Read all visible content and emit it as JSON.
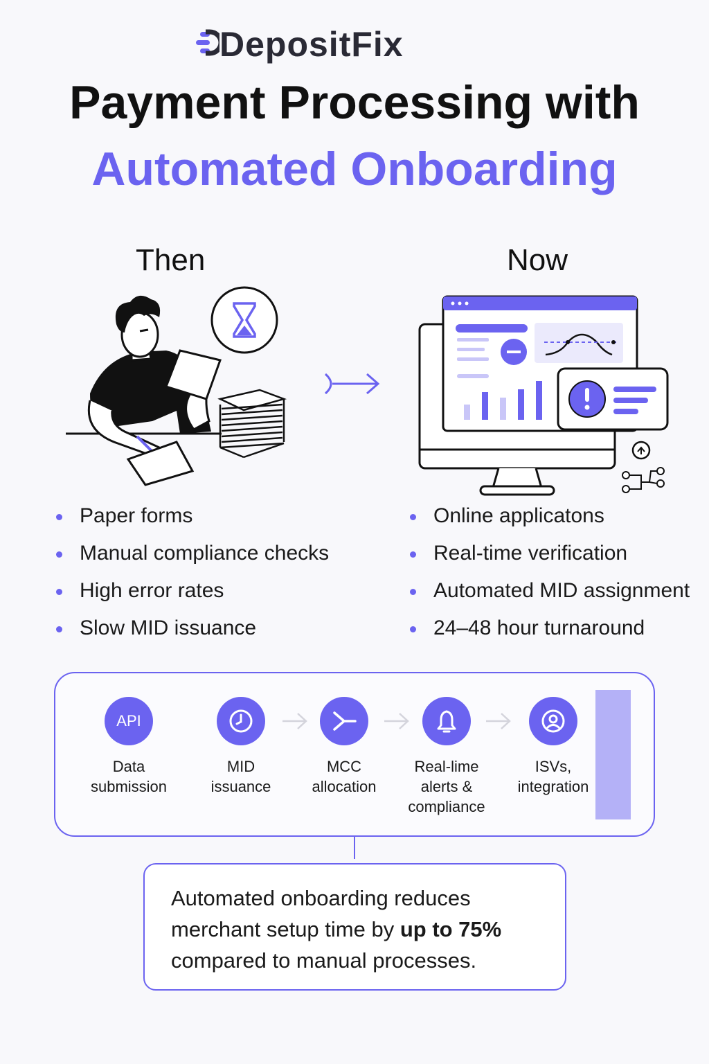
{
  "logo": {
    "text": "DepositFix"
  },
  "title": {
    "line1": "Payment Processing with",
    "line2": "Automated Onboarding"
  },
  "comparison": {
    "then": {
      "heading": "Then",
      "items": [
        "Paper forms",
        "Manual compliance checks",
        "High error rates",
        "Slow MID issuance"
      ]
    },
    "now": {
      "heading": "Now",
      "items": [
        "Online applicatons",
        "Real-time verification",
        "Automated MID assignment",
        "24–48 hour turnaround"
      ]
    }
  },
  "flow": {
    "steps": [
      {
        "icon": "api-icon",
        "icon_text": "API",
        "label_1": "Data",
        "label_2": "submission",
        "label_3": ""
      },
      {
        "icon": "clock-icon",
        "icon_text": "",
        "label_1": "MID",
        "label_2": "issuance",
        "label_3": ""
      },
      {
        "icon": "split-arrow-icon",
        "icon_text": "",
        "label_1": "MCC",
        "label_2": "allocation",
        "label_3": ""
      },
      {
        "icon": "bell-icon",
        "icon_text": "",
        "label_1": "Real-lime",
        "label_2": "alerts &",
        "label_3": "compliance"
      },
      {
        "icon": "user-circle-icon",
        "icon_text": "",
        "label_1": "ISVs,",
        "label_2": "integration",
        "label_3": ""
      }
    ]
  },
  "note": {
    "line1": "Automated onboarding reduces",
    "line2_pre": "merchant setup time by ",
    "line2_bold": "up to 75%",
    "line3": "compared to manual processes."
  },
  "colors": {
    "accent": "#6b63f0",
    "accent_light": "#b4b1f7",
    "text": "#111111",
    "background": "#f8f8fb"
  }
}
